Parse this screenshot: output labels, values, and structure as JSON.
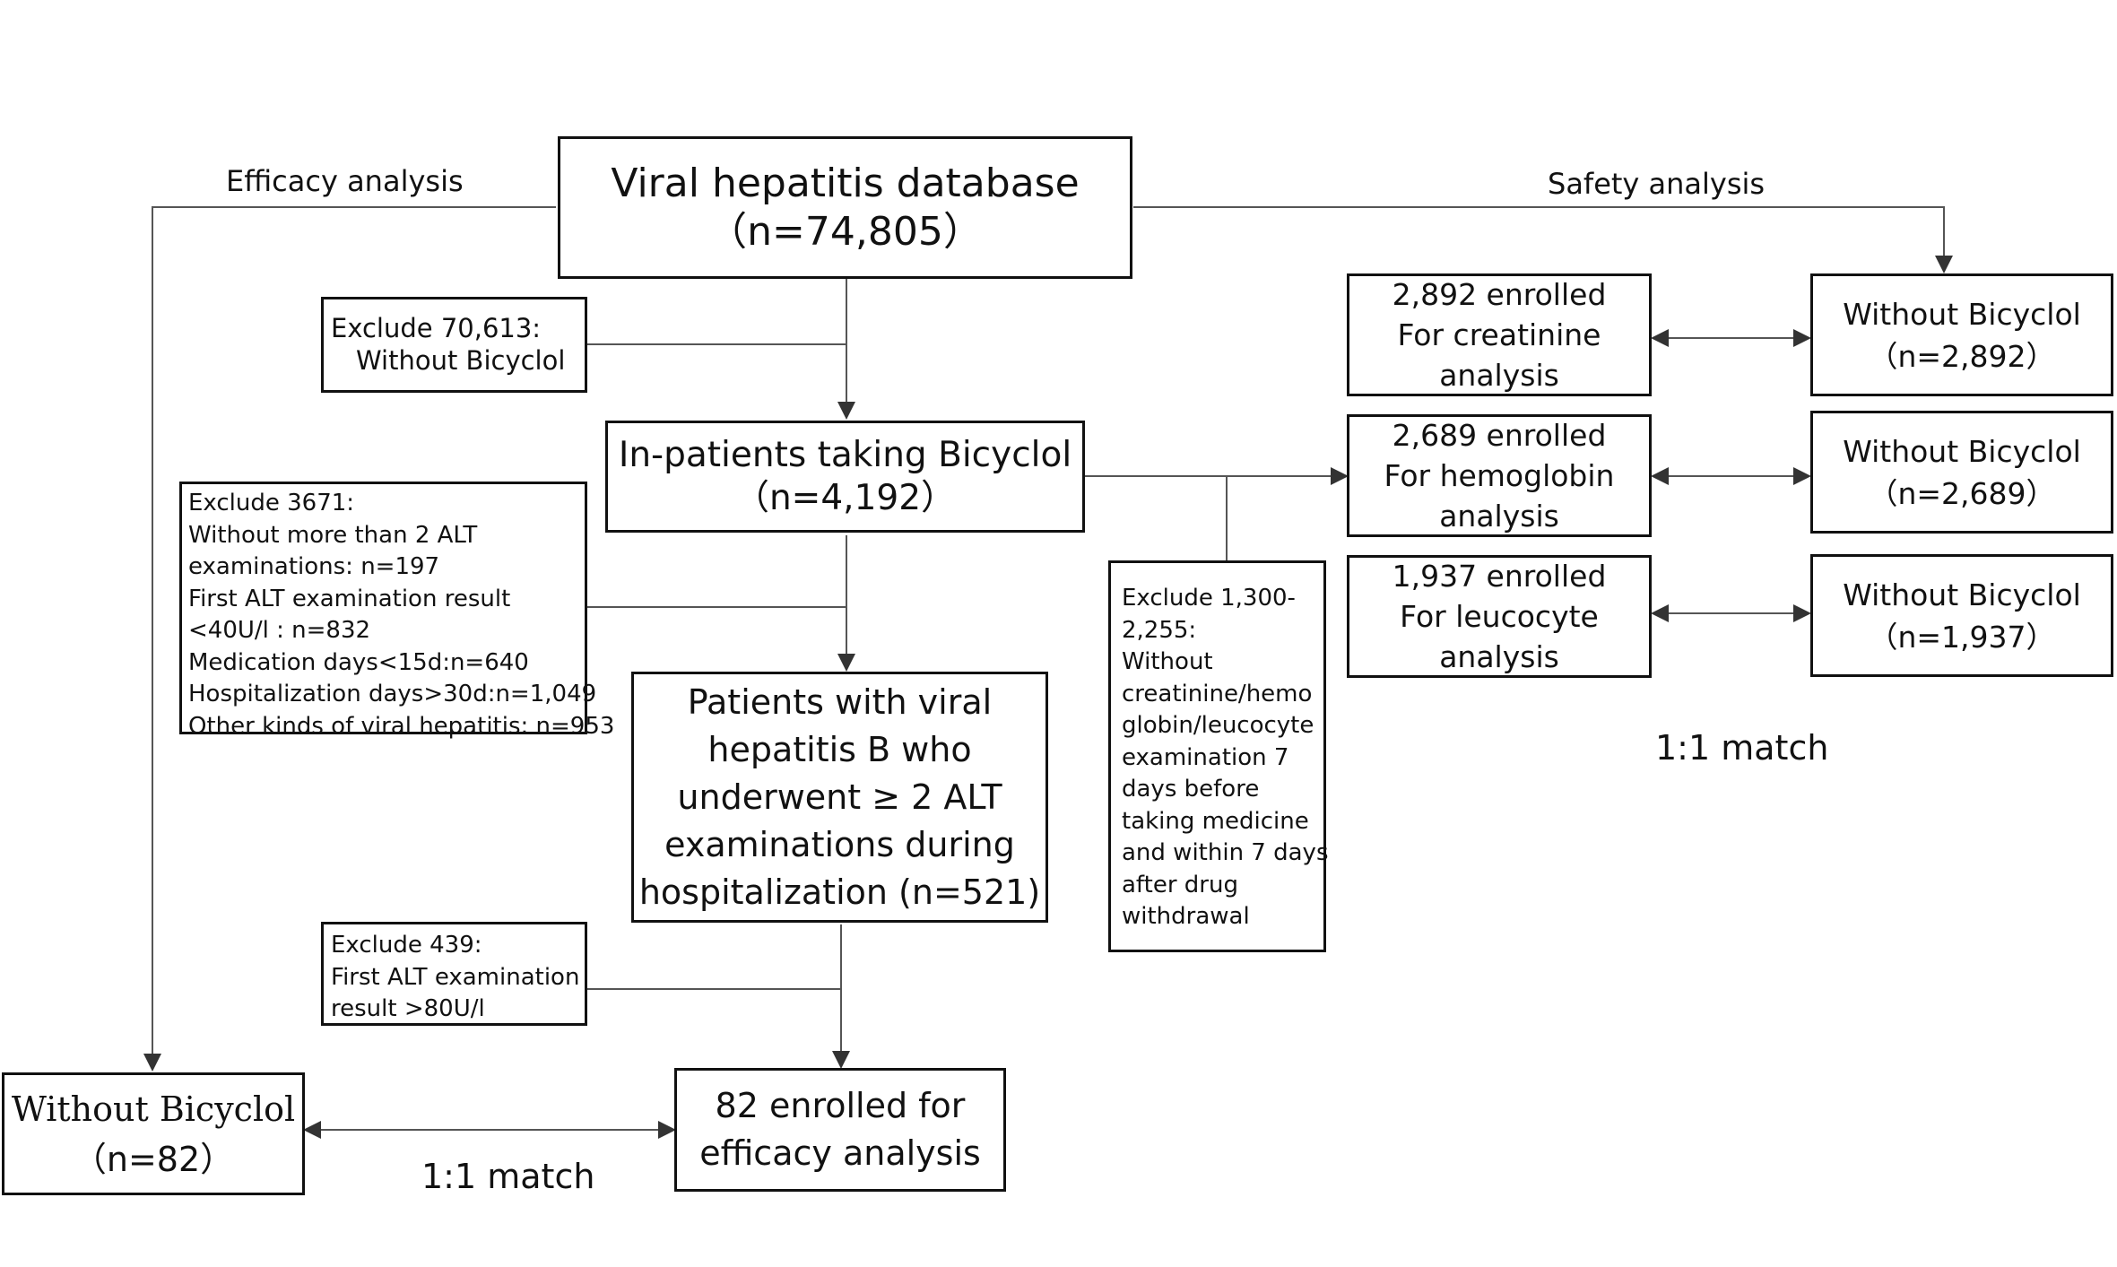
{
  "labels": {
    "efficacy": "Efficacy analysis",
    "safety": "Safety analysis",
    "match_safety": "1:1 match",
    "match_efficacy": "1:1 match"
  },
  "boxes": {
    "database": {
      "lines": [
        "Viral hepatitis database",
        "（n=74,805）"
      ]
    },
    "exclude1": {
      "lines": [
        "Exclude 70,613:",
        "Without Bicyclol"
      ]
    },
    "inpatients": {
      "lines": [
        "In-patients taking Bicyclol",
        "（n=4,192）"
      ]
    },
    "exclude2": {
      "lines": [
        "Exclude 3671:",
        "Without more than 2 ALT",
        "examinations: n=197",
        "First ALT examination result",
        "<40U/l : n=832",
        "Medication days<15d:n=640",
        "Hospitalization days>30d:n=1,049",
        "Other kinds of viral hepatitis: n=953"
      ]
    },
    "hepb": {
      "lines": [
        "Patients with viral",
        "hepatitis B who",
        "underwent ≥  2 ALT",
        "examinations during",
        "hospitalization (n=521)"
      ]
    },
    "exclude3": {
      "lines": [
        "Exclude 439:",
        "First ALT examination",
        "result >80U/l"
      ]
    },
    "efficacy_enrolled": {
      "lines": [
        "82 enrolled for",
        "efficacy analysis"
      ]
    },
    "without_eff": {
      "lines": [
        "Without Bicyclol",
        "（n=82）"
      ]
    },
    "exclude4": {
      "lines": [
        "Exclude 1,300-",
        "2,255:",
        "Without",
        "creatinine/hemo",
        "globin/leucocyte",
        "examination 7",
        "days before",
        "taking medicine",
        "and within 7 days",
        "after drug",
        "withdrawal"
      ]
    },
    "creat": {
      "lines": [
        "2,892 enrolled",
        "For creatinine",
        "analysis"
      ]
    },
    "hemo": {
      "lines": [
        "2,689 enrolled",
        "For hemoglobin",
        "analysis"
      ]
    },
    "leuco": {
      "lines": [
        "1,937 enrolled",
        "For leucocyte",
        "analysis"
      ]
    },
    "without_creat": {
      "lines": [
        "Without Bicyclol",
        "（n=2,892）"
      ]
    },
    "without_hemo": {
      "lines": [
        "Without Bicyclol",
        "（n=2,689）"
      ]
    },
    "without_leuco": {
      "lines": [
        "Without Bicyclol",
        "（n=1,937）"
      ]
    }
  }
}
